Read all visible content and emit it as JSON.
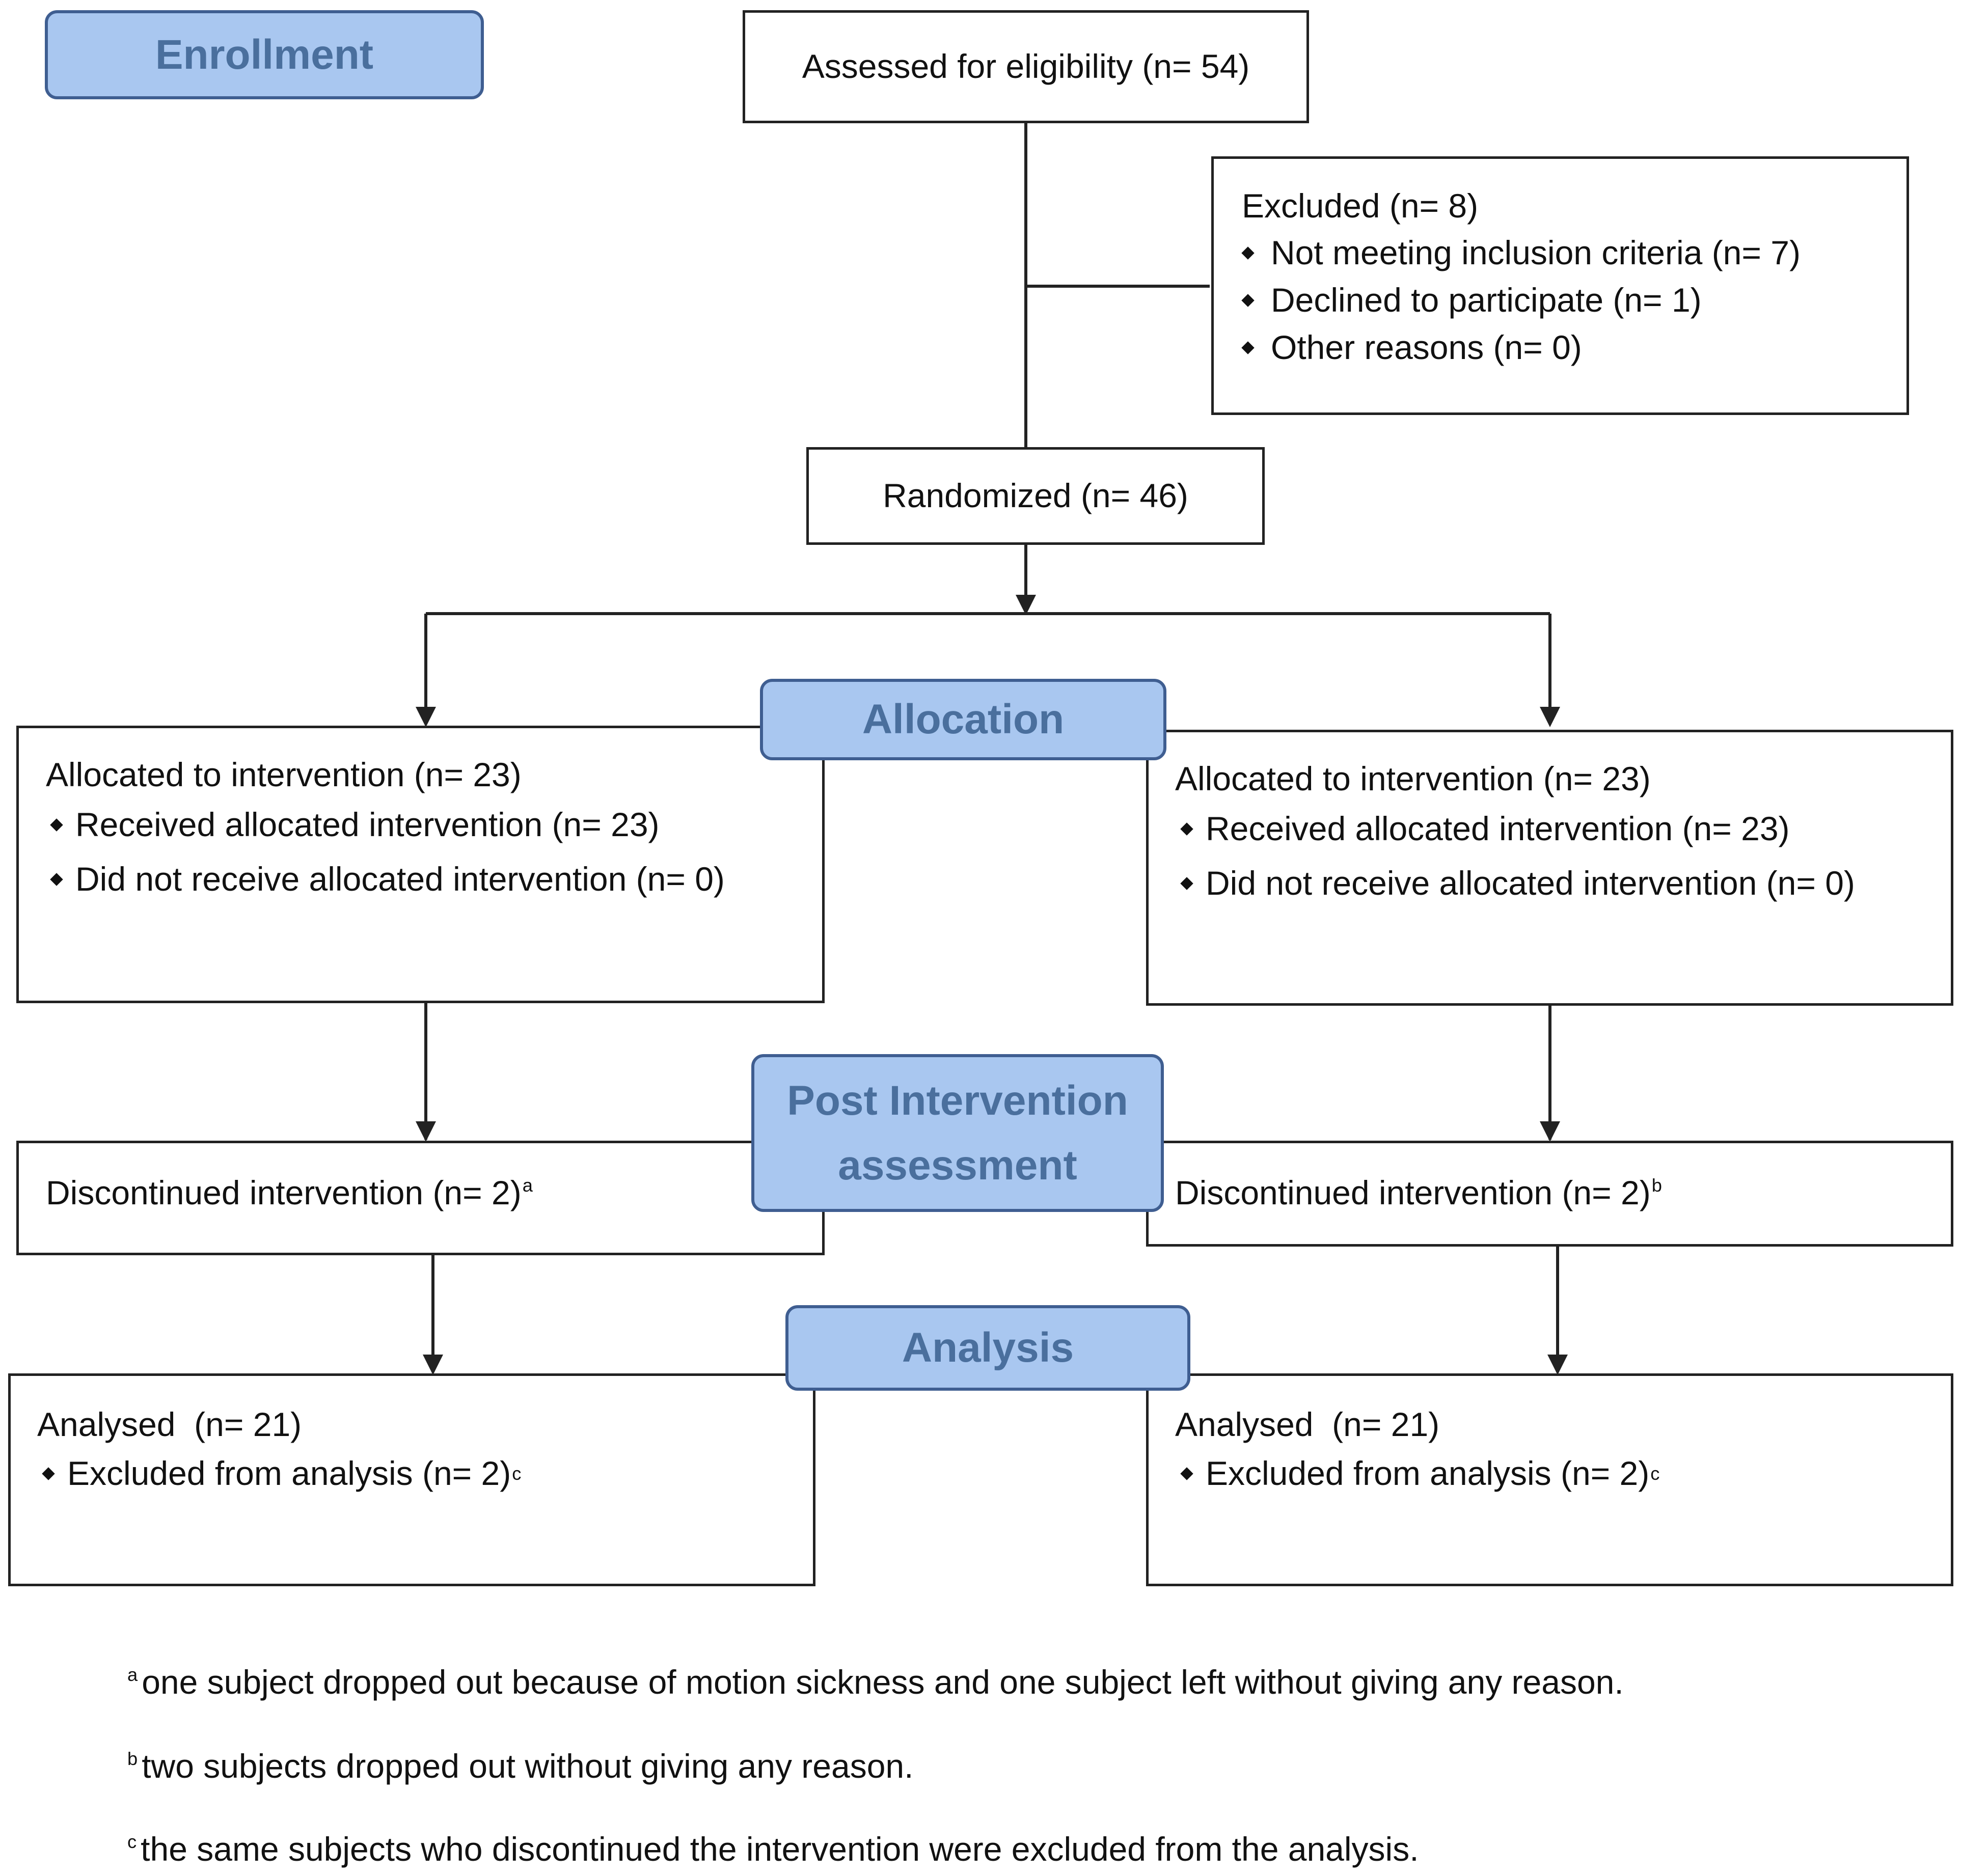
{
  "stages": {
    "enrollment": "Enrollment",
    "allocation": "Allocation",
    "post_intervention": "Post Intervention\nassessment",
    "analysis": "Analysis"
  },
  "assessed": "Assessed for eligibility (n= 54)",
  "excluded": {
    "title": "Excluded (n= 8)",
    "items": [
      "Not meeting inclusion criteria (n= 7)",
      "Declined to participate (n= 1)",
      "Other reasons (n= 0)"
    ]
  },
  "randomized": "Randomized (n= 46)",
  "arms": [
    {
      "allocated": "Allocated to intervention (n= 23)",
      "allocated_items": [
        "Received allocated intervention (n= 23)",
        "Did not receive allocated intervention (n= 0)"
      ],
      "discontinued": "Discontinued intervention (n= 2)",
      "discontinued_note": "a",
      "analysed": "Analysed  (n= 21)",
      "analysis_excluded": "Excluded from analysis (n= 2)",
      "analysis_note": "c"
    },
    {
      "allocated": "Allocated to intervention (n= 23)",
      "allocated_items": [
        "Received allocated intervention (n= 23)",
        "Did not receive allocated intervention (n= 0)"
      ],
      "discontinued": "Discontinued intervention (n= 2)",
      "discontinued_note": "b",
      "analysed": "Analysed  (n= 21)",
      "analysis_excluded": "Excluded from analysis (n= 2)",
      "analysis_note": "c"
    }
  ],
  "footnotes": [
    {
      "mark": "a",
      "text": "one subject dropped out because of motion sickness and one subject left without giving any reason."
    },
    {
      "mark": "b",
      "text": "two subjects dropped out without giving any reason."
    },
    {
      "mark": "c",
      "text": "the same subjects who discontinued the intervention were excluded from the analysis."
    }
  ],
  "colors": {
    "stage_fill": "#a9c7f0",
    "stage_border": "#3f5e91",
    "stage_text": "#4a6f9d",
    "line": "#222222"
  }
}
